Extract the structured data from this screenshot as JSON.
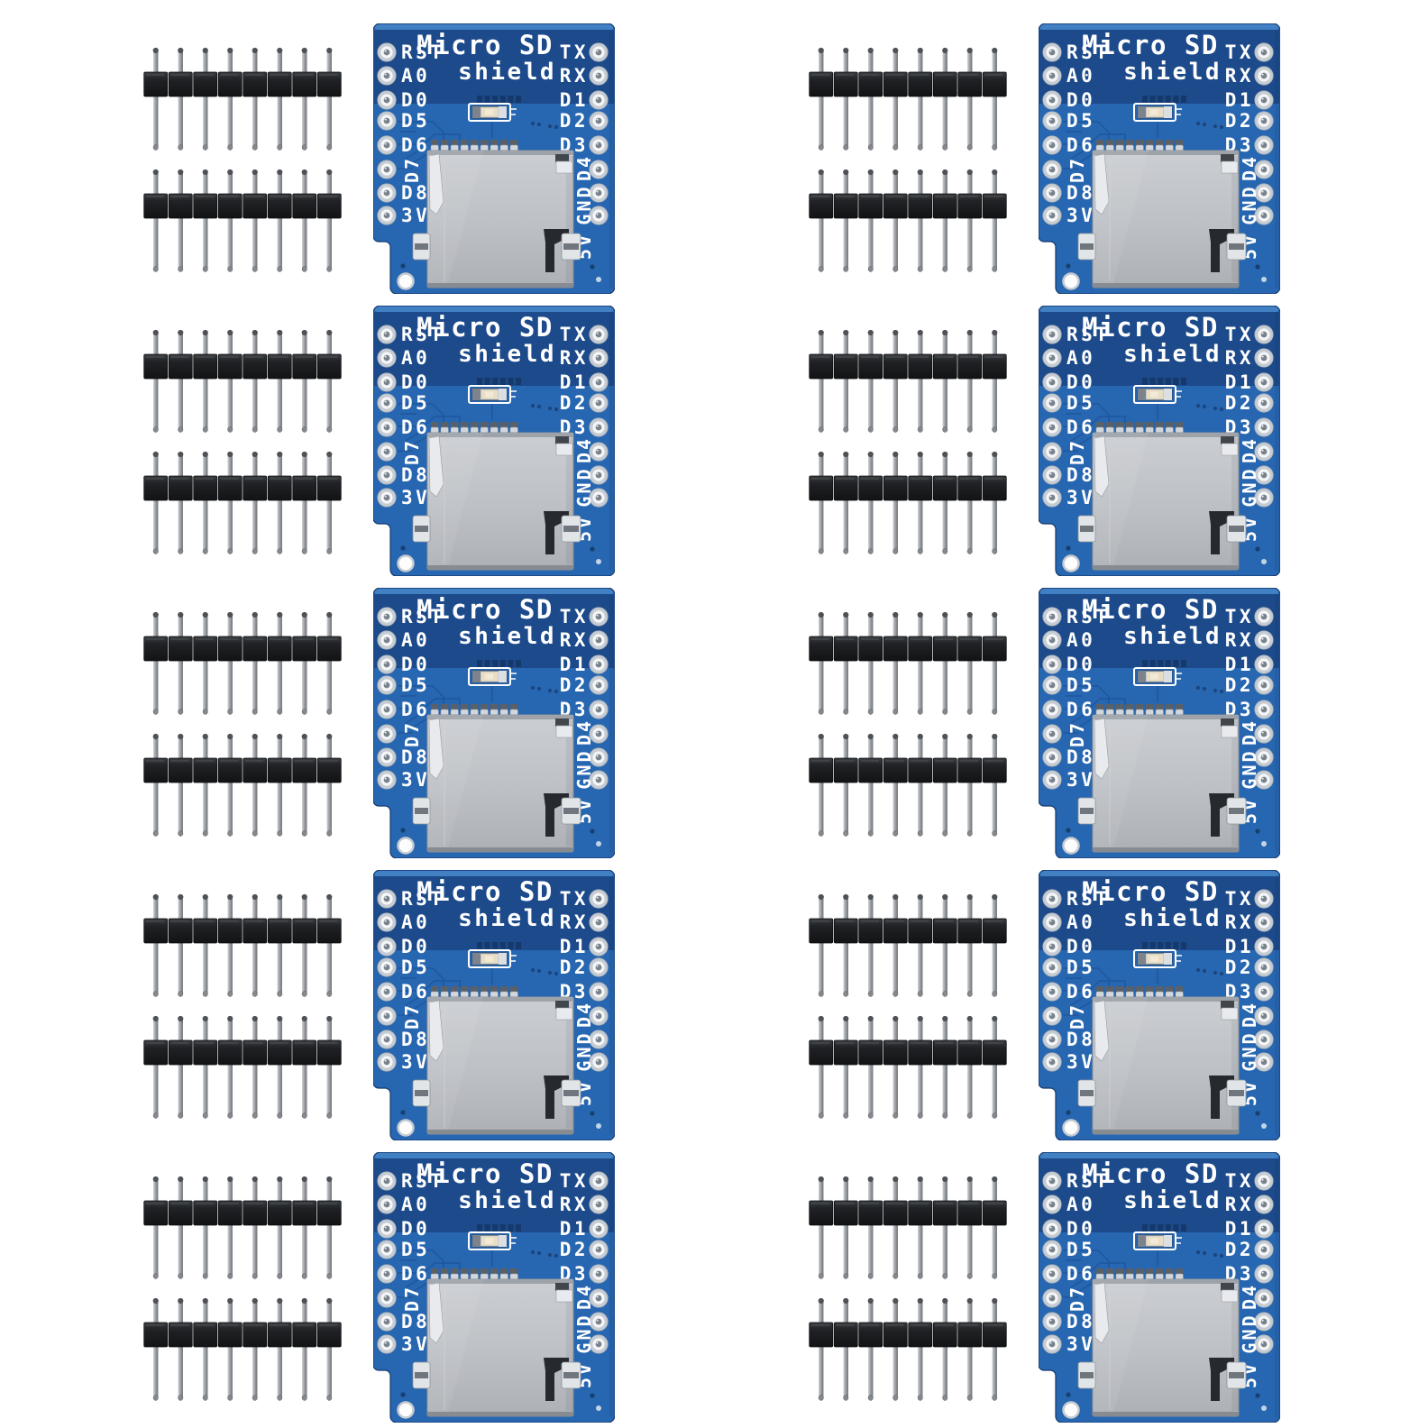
{
  "page": {
    "background": "#ffffff"
  },
  "grid": {
    "rows": 5,
    "columns": 2,
    "unit_count": 10
  },
  "unit": {
    "headers_per_unit": 2,
    "pins_per_header": 8
  },
  "board": {
    "title_line1": "Micro SD",
    "title_line2": "shield",
    "left_pins": [
      "RST",
      "A0",
      "D0",
      "D5",
      "D6",
      "D7",
      "D8",
      "3V3"
    ],
    "right_pins": [
      "TX",
      "RX",
      "D1",
      "D2",
      "D3",
      "D4",
      "GND",
      "5V"
    ]
  },
  "colors": {
    "background": "#ffffff",
    "pcb_blue": "#2766b0",
    "pcb_dark_band": "#1c4a8b",
    "pcb_edge_light": "#4683c6",
    "pcb_outline": "#143a6e",
    "trace_blue": "#1d5499",
    "silkscreen": "#ffffff",
    "hole_ring_outer": "#c6ccd3",
    "hole_ring_inner": "#f4f6f8",
    "hole_center": "#79828b",
    "sd_metal_light": "#e8eaed",
    "sd_metal_dark": "#8d9298",
    "lever_dark": "#26292d",
    "header_black": "#1d1f22",
    "pin_gray": "#9fa3a7",
    "pin_tip_dark": "#4e5256",
    "via_dot": "#1a3f77"
  }
}
